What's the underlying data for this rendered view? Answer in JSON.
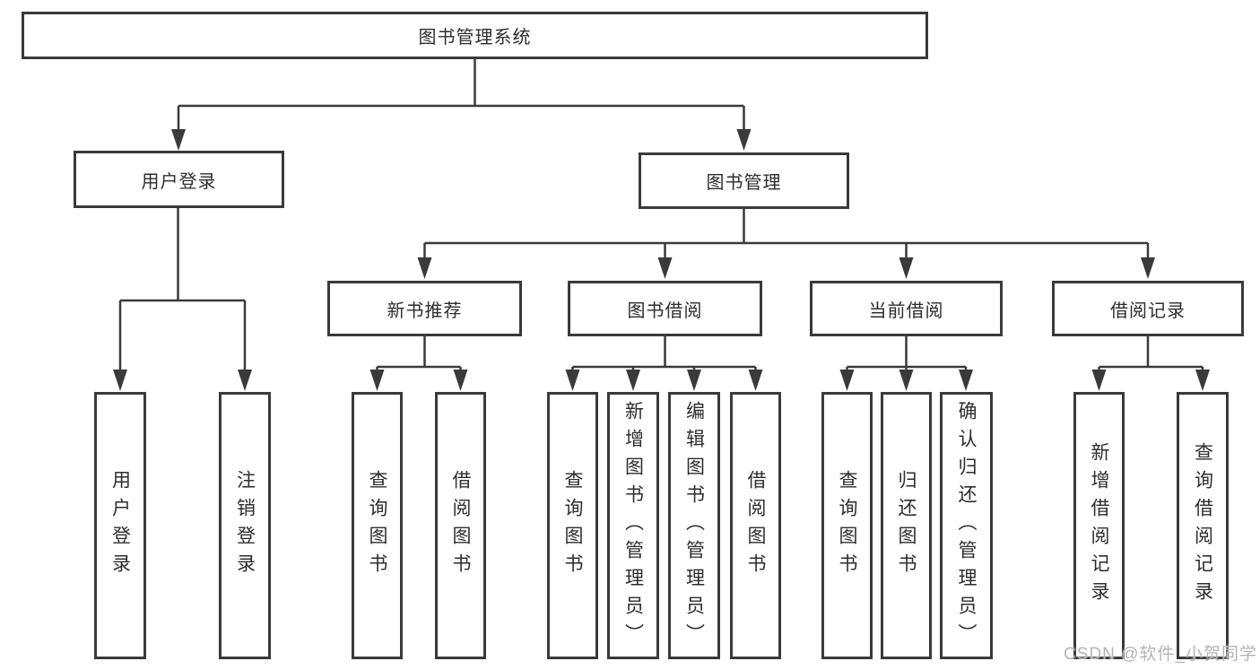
{
  "diagram": {
    "colors": {
      "line": "#3a3a3a",
      "box_border": "#3a3a3a",
      "text": "#2d2d2d",
      "watermark": "#b4b4b4",
      "background": "#ffffff"
    },
    "tree": {
      "label": "图书管理系统",
      "children": [
        {
          "label": "用户登录",
          "children": [
            {
              "label": "用户登录"
            },
            {
              "label": "注销登录"
            }
          ]
        },
        {
          "label": "图书管理",
          "children": [
            {
              "label": "新书推荐",
              "children": [
                {
                  "label": "查询图书"
                },
                {
                  "label": "借阅图书"
                }
              ]
            },
            {
              "label": "图书借阅",
              "children": [
                {
                  "label": "查询图书"
                },
                {
                  "label": "新增图书（管理员）"
                },
                {
                  "label": "编辑图书（管理员）"
                },
                {
                  "label": "借阅图书"
                }
              ]
            },
            {
              "label": "当前借阅",
              "children": [
                {
                  "label": "查询图书"
                },
                {
                  "label": "归还图书"
                },
                {
                  "label": "确认归还（管理员）"
                }
              ]
            },
            {
              "label": "借阅记录",
              "children": [
                {
                  "label": "新增借阅记录"
                },
                {
                  "label": "查询借阅记录"
                }
              ]
            }
          ]
        }
      ]
    },
    "watermark": {
      "text": "CSDN @软件_小贺同学"
    }
  }
}
